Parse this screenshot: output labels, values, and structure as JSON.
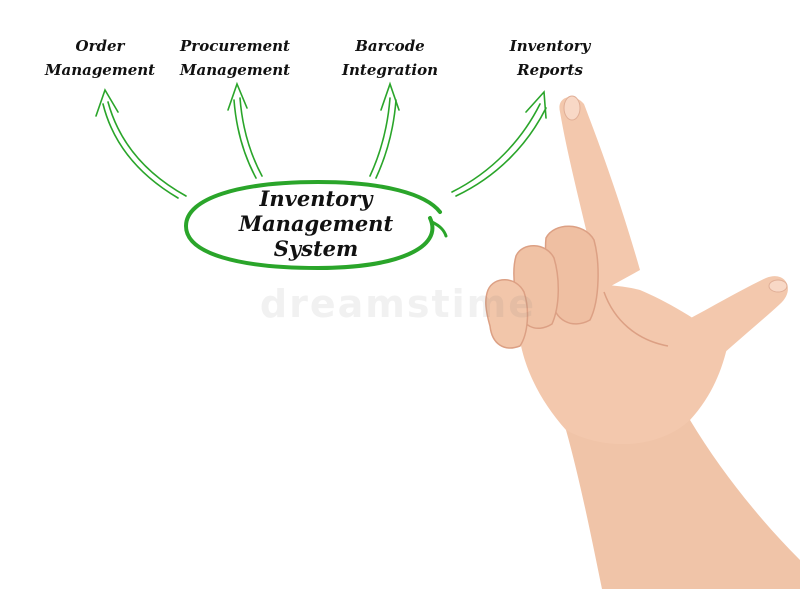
{
  "diagram": {
    "center": {
      "lines": [
        "Inventory",
        "Management",
        "System"
      ]
    },
    "nodes": [
      {
        "id": "order",
        "lines": [
          "Order",
          "Management"
        ]
      },
      {
        "id": "procurement",
        "lines": [
          "Procurement",
          "Management"
        ]
      },
      {
        "id": "barcode",
        "lines": [
          "Barcode",
          "Integration"
        ]
      },
      {
        "id": "reports",
        "lines": [
          "Inventory",
          "Reports"
        ]
      }
    ],
    "colors": {
      "accent": "#2aa52a",
      "text": "#111111",
      "skin": "#f3c8ad",
      "skin_shadow": "#dca084"
    }
  },
  "watermark": "dreamstime"
}
